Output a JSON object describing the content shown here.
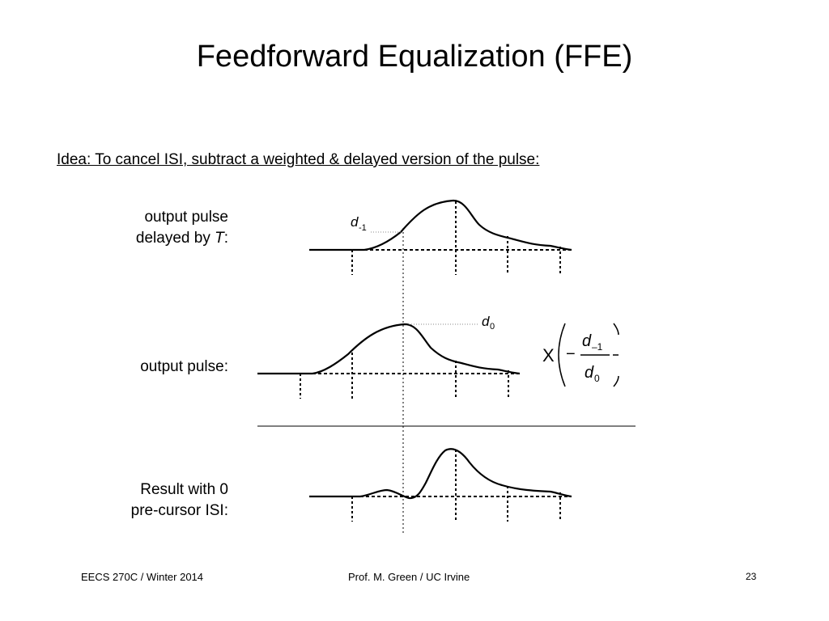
{
  "slide": {
    "title": "Feedforward Equalization (FFE)",
    "idea_text": "Idea:  To cancel ISI, subtract a weighted & delayed version of the pulse:"
  },
  "labels": {
    "delayed_line1": "output pulse",
    "delayed_line2_prefix": "delayed by ",
    "delayed_line2_var": "T",
    "delayed_line2_suffix": ":",
    "output": "output pulse:",
    "result_line1": "Result with 0",
    "result_line2": "pre-cursor ISI:"
  },
  "annotations": {
    "d_minus1_base": "d",
    "d_minus1_sub": "-1",
    "d0_base": "d",
    "d0_sub": "0"
  },
  "formula": {
    "multiplier": "X",
    "sign": "−",
    "num_base": "d",
    "num_sub": "–1",
    "den_base": "d",
    "den_sub": "0"
  },
  "footer": {
    "left": "EECS 270C / Winter 2014",
    "center": "Prof. M. Green / UC Irvine",
    "page": "23"
  }
}
